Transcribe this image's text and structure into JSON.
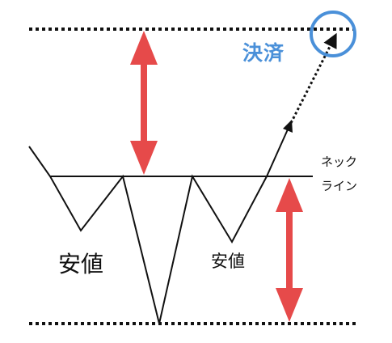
{
  "labels": {
    "settlement": "決済",
    "neckline_line1": "ネック",
    "neckline_line2": "ライン",
    "low_left": "安値",
    "low_right": "安値"
  },
  "colors": {
    "arrow_red": "#e64a4a",
    "settlement_blue": "#4a90d9",
    "line_black": "#111111"
  }
}
